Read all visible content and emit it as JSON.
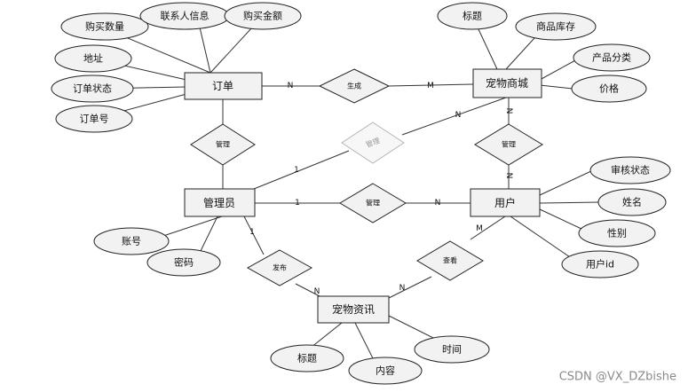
{
  "entities": {
    "order": "订单",
    "pet_mall": "宠物商城",
    "admin": "管理员",
    "user": "用户",
    "pet_news": "宠物资讯"
  },
  "attributes": {
    "order_quantity": "购买数量",
    "order_contact": "联系人信息",
    "order_amount": "购买金额",
    "order_address": "地址",
    "order_status": "订单状态",
    "order_no": "订单号",
    "mall_title": "标题",
    "mall_stock": "商品库存",
    "mall_category": "产品分类",
    "mall_price": "价格",
    "user_audit": "审核状态",
    "user_name": "姓名",
    "user_gender": "性别",
    "user_id": "用户id",
    "admin_account": "账号",
    "admin_password": "密码",
    "news_title": "标题",
    "news_content": "内容",
    "news_time": "时间"
  },
  "relationships": {
    "generate": "生成",
    "manage_order": "管理",
    "manage_mall": "管理",
    "manage_user_mall": "管理",
    "manage_user": "管理",
    "publish": "发布",
    "browse": "查看"
  },
  "cardinalities": {
    "order_generate": "N",
    "generate_mall": "M",
    "mall_manage_top": "N",
    "mall_manage_bottom": "N",
    "admin_manage_mall": "1",
    "manage_mall_end": "N",
    "admin_manage_user": "1",
    "manage_user_end": "N",
    "admin_publish": "1",
    "publish_news": "N",
    "browse_news": "N",
    "user_browse": "M"
  },
  "watermark": "CSDN @VX_DZbishe"
}
